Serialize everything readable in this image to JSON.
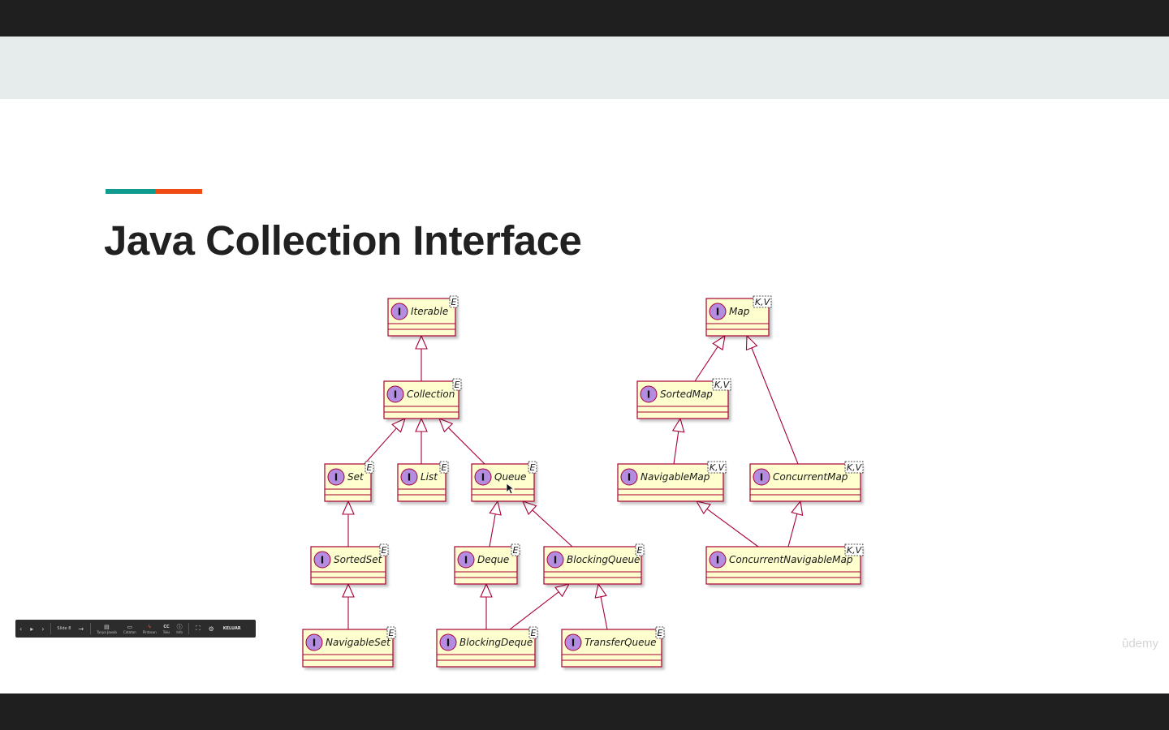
{
  "slide": {
    "title": "Java Collection Interface",
    "accent_colors": [
      "#0f9b8e",
      "#ef4b12"
    ]
  },
  "diagram": {
    "colors": {
      "fill": "#fefece",
      "border": "#a80036",
      "badge": "#b48de0",
      "edge": "#a80036"
    },
    "badge_letter": "I",
    "interfaces": [
      {
        "name": "Iterable",
        "param": "E"
      },
      {
        "name": "Collection",
        "param": "E"
      },
      {
        "name": "Set",
        "param": "E"
      },
      {
        "name": "List",
        "param": "E"
      },
      {
        "name": "Queue",
        "param": "E"
      },
      {
        "name": "SortedSet",
        "param": "E"
      },
      {
        "name": "NavigableSet",
        "param": "E"
      },
      {
        "name": "Deque",
        "param": "E"
      },
      {
        "name": "BlockingQueue",
        "param": "E"
      },
      {
        "name": "BlockingDeque",
        "param": "E"
      },
      {
        "name": "TransferQueue",
        "param": "E"
      },
      {
        "name": "Map",
        "param": "K,V"
      },
      {
        "name": "SortedMap",
        "param": "K,V"
      },
      {
        "name": "NavigableMap",
        "param": "K,V"
      },
      {
        "name": "ConcurrentMap",
        "param": "K,V"
      },
      {
        "name": "ConcurrentNavigableMap",
        "param": "K,V"
      }
    ],
    "extends": [
      [
        "Collection",
        "Iterable"
      ],
      [
        "Set",
        "Collection"
      ],
      [
        "List",
        "Collection"
      ],
      [
        "Queue",
        "Collection"
      ],
      [
        "SortedSet",
        "Set"
      ],
      [
        "NavigableSet",
        "SortedSet"
      ],
      [
        "Deque",
        "Queue"
      ],
      [
        "BlockingQueue",
        "Queue"
      ],
      [
        "BlockingDeque",
        "Deque"
      ],
      [
        "BlockingDeque",
        "BlockingQueue"
      ],
      [
        "TransferQueue",
        "BlockingQueue"
      ],
      [
        "SortedMap",
        "Map"
      ],
      [
        "ConcurrentMap",
        "Map"
      ],
      [
        "NavigableMap",
        "SortedMap"
      ],
      [
        "ConcurrentNavigableMap",
        "NavigableMap"
      ],
      [
        "ConcurrentNavigableMap",
        "ConcurrentMap"
      ]
    ]
  },
  "toolbar": {
    "prev_glyph": "‹",
    "play_glyph": "▸",
    "next_glyph": "›",
    "slide_label": "Slide 8",
    "arrow_glyph": "→",
    "items": [
      {
        "key": "tanya-jawab",
        "glyph": "▤",
        "label": "Tanya Jawab"
      },
      {
        "key": "catatan",
        "glyph": "▭",
        "label": "Catatan"
      },
      {
        "key": "pintasan",
        "glyph": "ϟ",
        "label": "Pintasan"
      },
      {
        "key": "teks",
        "glyph": "CC",
        "label": "Teks"
      },
      {
        "key": "info",
        "glyph": "ⓘ",
        "label": "Info"
      }
    ],
    "fullscreen_glyph": "⛶",
    "settings_glyph": "⚙",
    "exit_label": "KELUAR"
  },
  "watermark": "ûdemy"
}
